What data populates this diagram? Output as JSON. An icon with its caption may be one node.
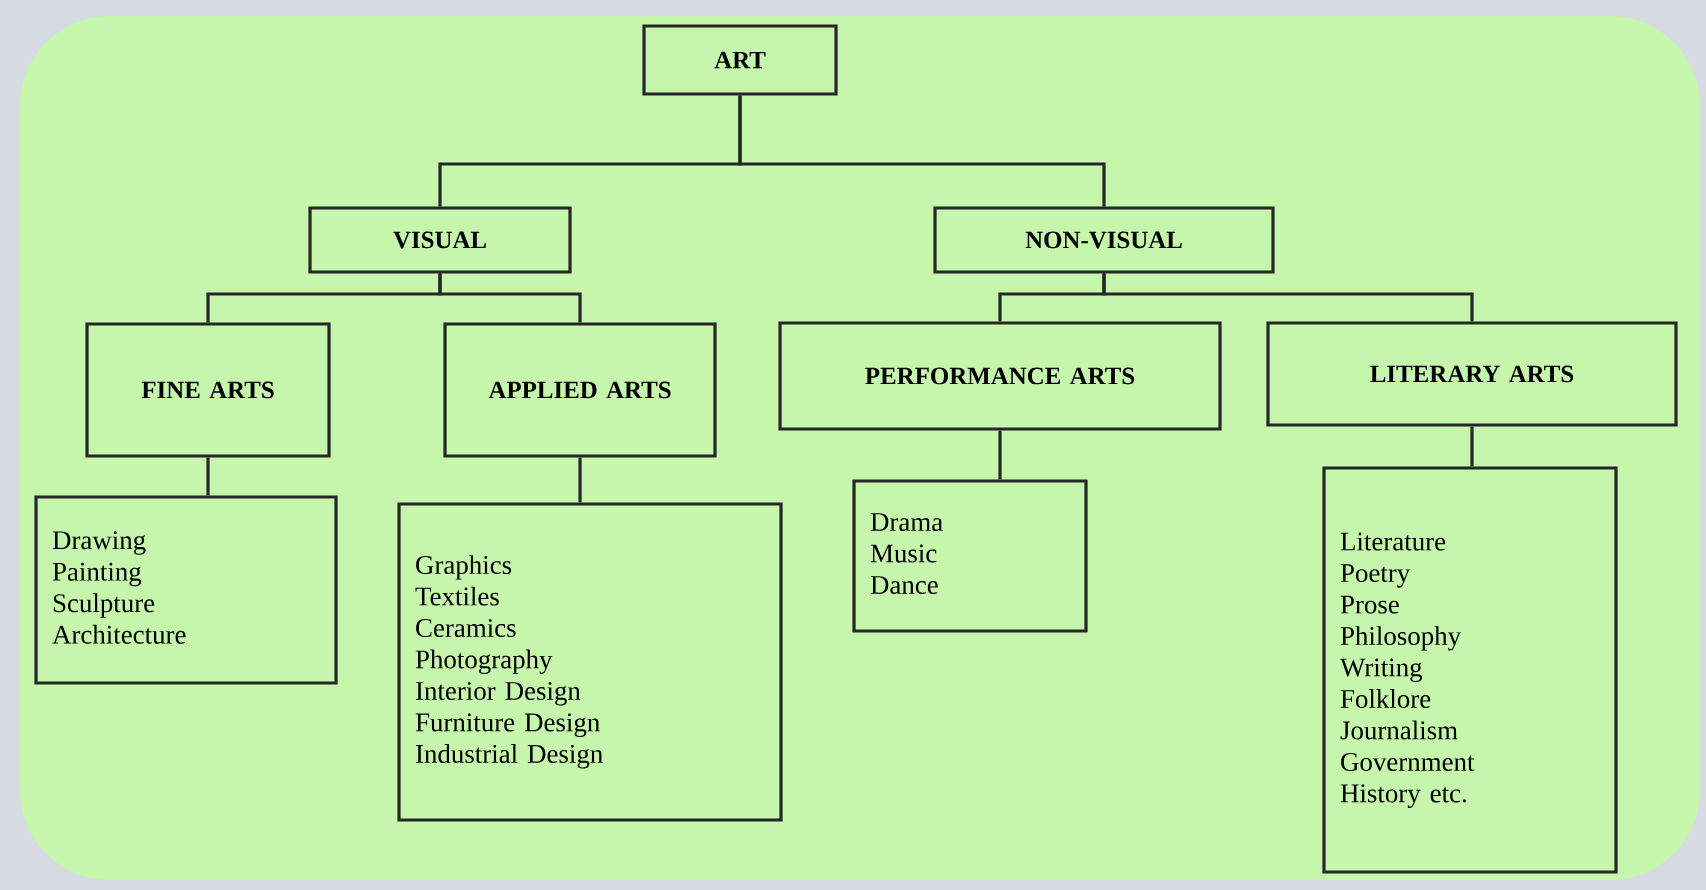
{
  "diagram": {
    "nodes": [
      {
        "text": [
          "ART"
        ]
      },
      {
        "text": [
          "VISUAL"
        ]
      },
      {
        "text": [
          "NON-VISUAL"
        ]
      },
      {
        "text": [
          "FINE ARTS"
        ]
      },
      {
        "text": [
          "APPLIED ARTS"
        ]
      },
      {
        "text": [
          "PERFORMANCE ARTS"
        ]
      },
      {
        "text": [
          "LITERARY ARTS"
        ]
      },
      {
        "text": [
          "Drawing",
          "Painting",
          "Sculpture",
          "Architecture"
        ]
      },
      {
        "text": [
          "Graphics",
          "Textiles",
          "Ceramics",
          "Photography",
          "Interior Design",
          "Furniture Design",
          "Industrial Design"
        ]
      },
      {
        "text": [
          "Drama",
          "Music",
          "Dance"
        ]
      },
      {
        "text": [
          "Literature",
          "Poetry",
          "Prose",
          "Philosophy",
          "Writing",
          "Folklore",
          "Journalism",
          "Government",
          "History etc."
        ]
      }
    ],
    "edges": [
      {
        "from": 0,
        "to": 1,
        "arrow": "none"
      },
      {
        "from": 0,
        "to": 2,
        "arrow": "none"
      },
      {
        "from": 1,
        "to": 3,
        "arrow": "none"
      },
      {
        "from": 1,
        "to": 4,
        "arrow": "none"
      },
      {
        "from": 2,
        "to": 5,
        "arrow": "none"
      },
      {
        "from": 2,
        "to": 6,
        "arrow": "none"
      },
      {
        "from": 3,
        "to": 7,
        "arrow": "none"
      },
      {
        "from": 4,
        "to": 8,
        "arrow": "none"
      },
      {
        "from": 5,
        "to": 9,
        "arrow": "none"
      },
      {
        "from": 6,
        "to": 10,
        "arrow": "none"
      }
    ]
  }
}
